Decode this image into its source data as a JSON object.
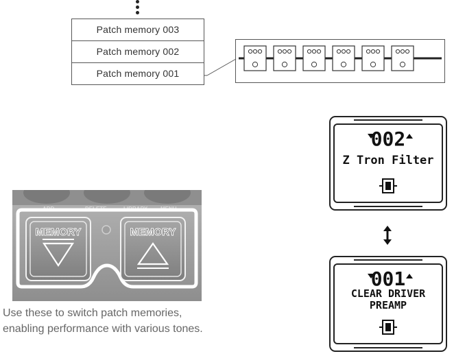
{
  "patch_list": {
    "items": [
      {
        "label": "Patch memory 003"
      },
      {
        "label": "Patch memory 002"
      },
      {
        "label": "Patch memory 001"
      }
    ]
  },
  "effect_chain": {
    "units": 6,
    "icon": "effect-unit-icon"
  },
  "pedal": {
    "top_labels": [
      "ADD",
      "DELETE",
      "LIBRARY",
      "MENU"
    ],
    "left_button": {
      "label": "MEMORY",
      "icon": "triangle-down-icon"
    },
    "right_button": {
      "label": "MEMORY",
      "icon": "triangle-up-icon"
    }
  },
  "caption": "Use these to switch patch memories, enabling performance with various tones.",
  "displays": {
    "top": {
      "number": "002",
      "name": "Z Tron Filter",
      "icon": "patch-icon"
    },
    "bottom": {
      "number": "001",
      "name_line1": "CLEAR DRIVER",
      "name_line2": "PREAMP",
      "icon": "patch-icon"
    },
    "arrow_icon": "up-down-arrow-icon"
  },
  "colors": {
    "line": "#555555",
    "pedal_body": "#9a9a9a",
    "pedal_button": "#8a8a8a"
  }
}
